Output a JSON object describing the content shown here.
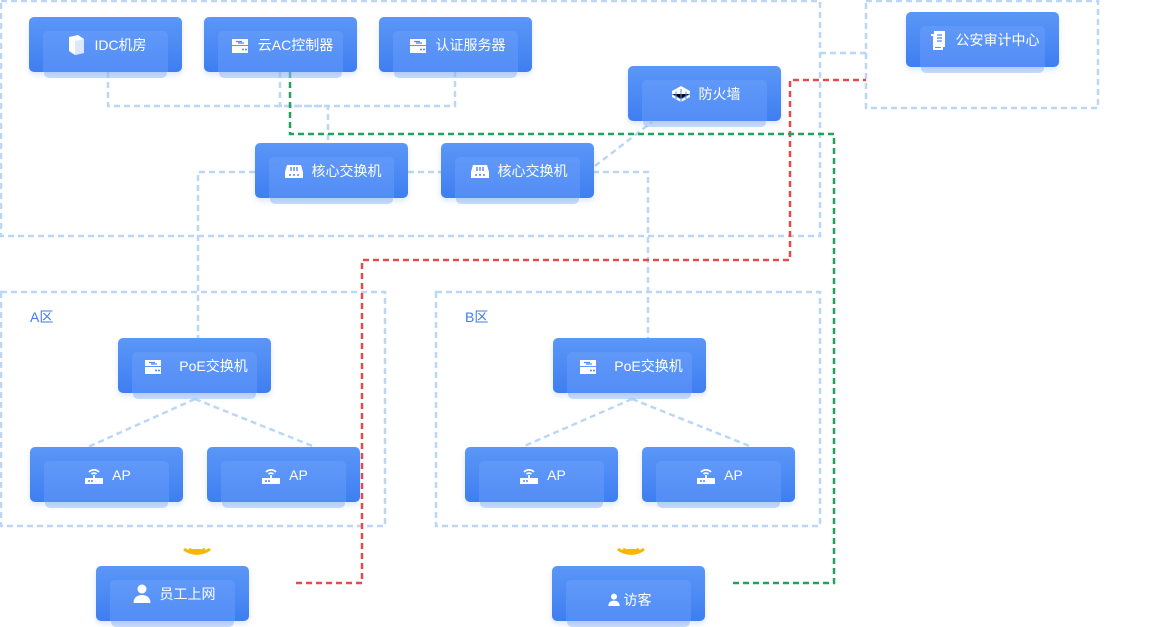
{
  "colors": {
    "node_top": "#5b97f7",
    "node_bottom": "#3f7ef1",
    "zone_border": "#bcd7f5",
    "link_blue": "#bcd7f5",
    "link_red": "#e84a4a",
    "link_green": "#21a35b",
    "wifi": "#f5b800",
    "zone_label": "#3d7bef"
  },
  "zones": {
    "a_label": "A区",
    "b_label": "B区"
  },
  "nodes": {
    "idc": {
      "label": "IDC机房",
      "icon": "server-box-icon"
    },
    "cloud_ac": {
      "label": "云AC控制器",
      "icon": "switch-device-icon"
    },
    "auth": {
      "label": "认证服务器",
      "icon": "switch-device-icon"
    },
    "firewall": {
      "label": "防火墙",
      "icon": "firewall-icon"
    },
    "security": {
      "label": "公安审计中心",
      "icon": "document-icon"
    },
    "core1": {
      "label": "核心交换机",
      "icon": "core-switch-icon"
    },
    "core2": {
      "label": "核心交换机",
      "icon": "core-switch-icon"
    },
    "poe_a": {
      "label": "PoE交换机",
      "icon": "switch-device-icon"
    },
    "poe_b": {
      "label": "PoE交换机",
      "icon": "switch-device-icon"
    },
    "ap_a1": {
      "label": "AP",
      "icon": "ap-icon"
    },
    "ap_a2": {
      "label": "AP",
      "icon": "ap-icon"
    },
    "ap_b1": {
      "label": "AP",
      "icon": "ap-icon"
    },
    "ap_b2": {
      "label": "AP",
      "icon": "ap-icon"
    },
    "staff": {
      "label": "员工上网",
      "icon": "user-icon"
    },
    "guest": {
      "label": "访客",
      "icon": "user-icon"
    }
  }
}
